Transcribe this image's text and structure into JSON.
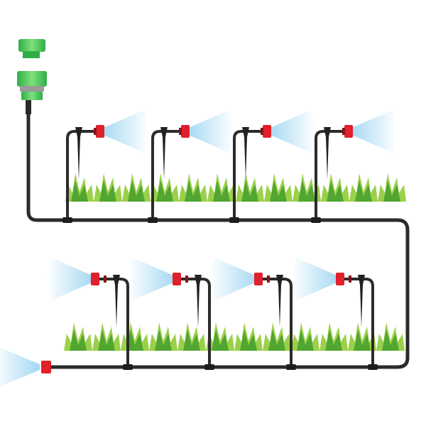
{
  "illustration": {
    "subject_icon": "drip-irrigation-kit-icon",
    "colors": {
      "pipe": "#2b2b2b",
      "connector_green": "#3fc45a",
      "connector_light": "#8ee07a",
      "connector_ring": "#9a9a9a",
      "emitter_red": "#e0202a",
      "spray": "#9fd6f2",
      "grass_light": "#9bd04a",
      "grass_dark": "#3f9a2a"
    },
    "top_row_emitters": 4,
    "bottom_row_emitters": 4,
    "end_emitters": 1
  }
}
